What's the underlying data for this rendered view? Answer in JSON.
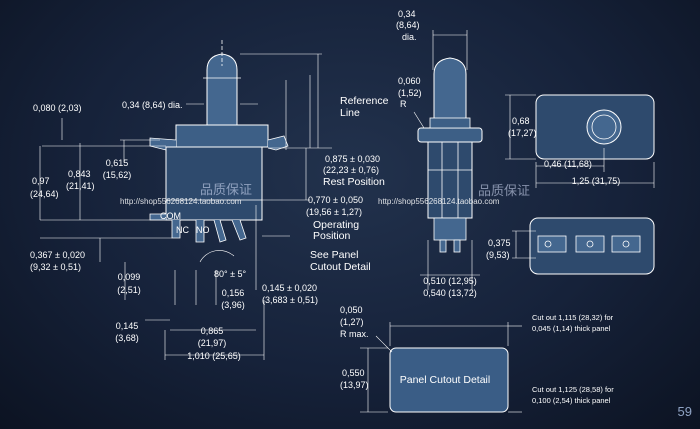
{
  "colors": {
    "background": "#16223a",
    "line": "#ffffff",
    "part_fill": "#44678f",
    "panel_fill": "#3a5d86"
  },
  "side_view": {
    "dim_plunger_dia": "0,34 (8,64) dia.",
    "dim_top_offset": "0,080 (2,03)",
    "dim_width_1": "0,615",
    "dim_width_1_mm": "(15,62)",
    "dim_total_h": "0,97",
    "dim_total_h_mm": "(24,64)",
    "dim_h2": "0,843",
    "dim_h2_mm": "(21,41)",
    "reference_line_1": "Reference",
    "reference_line_2": "Line",
    "rest_pos_1": "0,875 ± 0,030",
    "rest_pos_2": "(22,23 ± 0,76)",
    "rest_pos_3": "Rest Position",
    "oper_pos_1": "0,770 ± 0,050",
    "oper_pos_2": "(19,56 ± 1,27)",
    "oper_pos_3": "Operating",
    "oper_pos_4": "Position",
    "see_panel_1": "See Panel",
    "see_panel_2": "Cutout Detail",
    "com_label": "COM",
    "nc_label": "NC",
    "no_label": "NO",
    "angle": "80° ± 5°",
    "dim_left_1": "0,367 ± 0,020",
    "dim_left_2": "(9,32 ± 0,51)",
    "dim_099": "0,099",
    "dim_099_mm": "(2,51)",
    "dim_156": "0,156",
    "dim_156_mm": "(3,96)",
    "dim_145": "0,145 ± 0,020",
    "dim_145_mm": "(3,683 ± 0,51)",
    "dim_145b": "0,145",
    "dim_145b_mm": "(3,68)",
    "dim_865": "0,865",
    "dim_865_mm": "(21,97)",
    "dim_1010": "1,010 (25,65)"
  },
  "front_view": {
    "dim_top_1": "0,34",
    "dim_top_2": "(8,64)",
    "dim_top_3": "dia.",
    "dim_r_1": "0,060",
    "dim_r_2": "(1,52)",
    "dim_r_3": "R",
    "dim_bottom_1": "0,510 (12,95)",
    "dim_bottom_2": "0,540 (13,72)"
  },
  "top_view": {
    "dim_h_1": "0,68",
    "dim_h_2": "(17,27)",
    "dim_046": "0,46 (11,68)",
    "dim_125": "1,25 (31,75)"
  },
  "bottom_view": {
    "dim_375": "0,375",
    "dim_375_mm": "(9,53)"
  },
  "panel_cutout": {
    "label": "Panel Cutout Detail",
    "dim_r_1": "0,050",
    "dim_r_2": "(1,27)",
    "dim_r_3": "R max.",
    "dim_h_1": "0,550",
    "dim_h_2": "(13,97)",
    "note1_1": "Cut out 1,115 (28,32) for",
    "note1_2": "0,045 (1,14) thick panel",
    "note2_1": "Cut out 1,125 (28,58) for",
    "note2_2": "0,100 (2,54) thick panel"
  },
  "watermark": {
    "text_1": "品质保证",
    "url_1": "http://shop556268124.taobao.com",
    "text_2": "品质保证",
    "url_2": "http://shop556268124.taobao.com"
  },
  "page_number": "59"
}
